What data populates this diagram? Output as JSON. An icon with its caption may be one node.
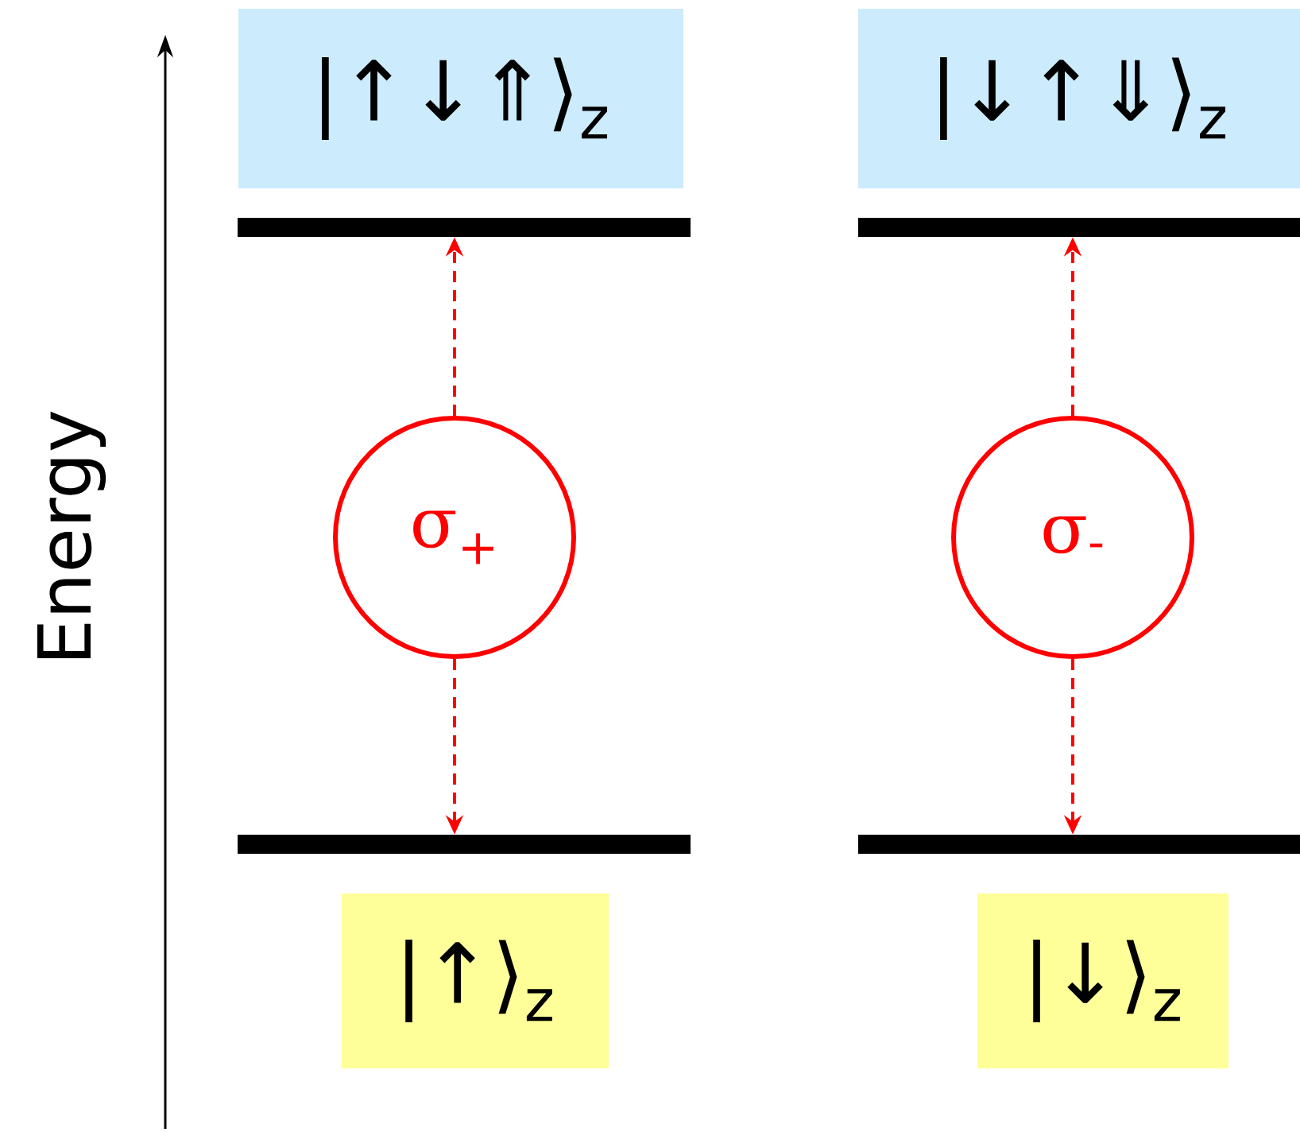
{
  "diagram": {
    "nodes": [
      {
        "text": [
          "|↑↓⇑⟩$_{z}$"
        ]
      },
      {
        "text": [
          "|↓↑⇓⟩$_{z}$"
        ]
      },
      {
        "text": [],
        "shape": "bar"
      },
      {
        "text": [],
        "shape": "bar"
      },
      {
        "text": [
          "σ$_{+}$"
        ]
      },
      {
        "text": [
          "σ$_{-}$"
        ]
      },
      {
        "text": [],
        "shape": "bar"
      },
      {
        "text": [],
        "shape": "bar"
      },
      {
        "text": [
          "|↑⟩$_{z}$"
        ]
      },
      {
        "text": [
          "|↓⟩$_{z}$"
        ]
      }
    ],
    "edges": [
      {
        "from": 4,
        "to": 2,
        "arrow": "to",
        "style": "dashed"
      },
      {
        "from": 4,
        "to": 6,
        "arrow": "to",
        "style": "dashed"
      },
      {
        "from": 5,
        "to": 3,
        "arrow": "to",
        "style": "dashed"
      },
      {
        "from": 5,
        "to": 7,
        "arrow": "to",
        "style": "dashed"
      }
    ],
    "labels": [
      "Energy"
    ]
  }
}
